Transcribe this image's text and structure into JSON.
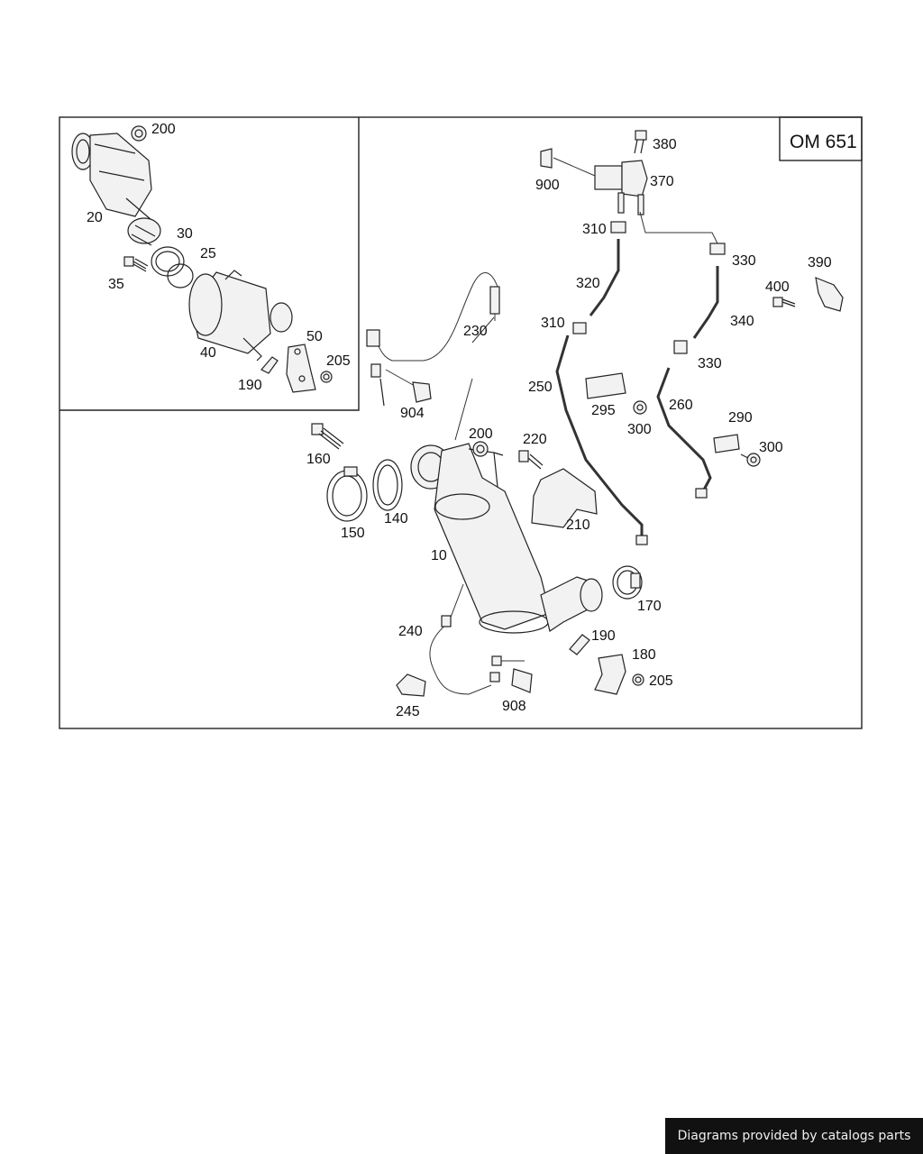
{
  "diagram": {
    "engine_code": "OM 651",
    "labels": {
      "l200a": "200",
      "l20": "20",
      "l30": "30",
      "l25": "25",
      "l35": "35",
      "l40": "40",
      "l50": "50",
      "l205a": "205",
      "l190a": "190",
      "l230": "230",
      "l904": "904",
      "l160": "160",
      "l200b": "200",
      "l220": "220",
      "l150": "150",
      "l140": "140",
      "l210": "210",
      "l10": "10",
      "l240": "240",
      "l245": "245",
      "l908": "908",
      "l170": "170",
      "l190b": "190",
      "l180": "180",
      "l205b": "205",
      "l380": "380",
      "l370": "370",
      "l900": "900",
      "l310a": "310",
      "l330a": "330",
      "l390": "390",
      "l400": "400",
      "l320": "320",
      "l340": "340",
      "l310b": "310",
      "l330b": "330",
      "l250": "250",
      "l295": "295",
      "l300a": "300",
      "l260": "260",
      "l290": "290",
      "l300b": "300"
    }
  },
  "footer": {
    "credit": "Diagrams provided by catalogs parts"
  }
}
